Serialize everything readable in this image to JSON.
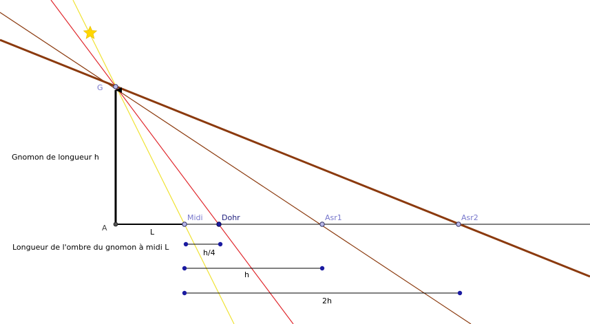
{
  "points": {
    "g": "G",
    "a": "A",
    "midi": "Midi",
    "dohr": "Dohr",
    "asr1": "Asr1",
    "asr2": "Asr2"
  },
  "labels": {
    "gnomon": "Gnomon de longueur h",
    "shadow": "Longueur de l'ombre du gnomon à midi L",
    "l": "L",
    "h_quarter": "h/4",
    "h": "h",
    "two_h": "2h"
  },
  "colors": {
    "brown": "#8b3a0e",
    "red": "#e0282d",
    "yellow": "#f0e234",
    "star": "#ffd700",
    "point": "#1a1aa0"
  },
  "icons": {
    "sun": "star-icon"
  }
}
